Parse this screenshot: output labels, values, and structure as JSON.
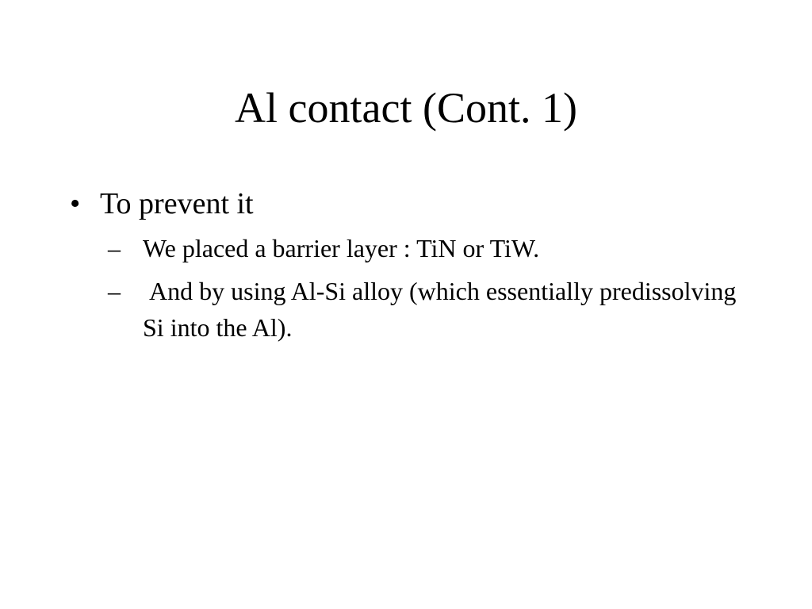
{
  "slide": {
    "title": "Al contact (Cont. 1)",
    "bullets": [
      {
        "marker": "•",
        "text": "To prevent it",
        "sub_items": [
          {
            "marker": "–",
            "text": "We placed a barrier layer : TiN or TiW."
          },
          {
            "marker": "–",
            "text": " And by using Al-Si alloy (which essentially predissolving Si into the Al)."
          }
        ]
      }
    ]
  }
}
